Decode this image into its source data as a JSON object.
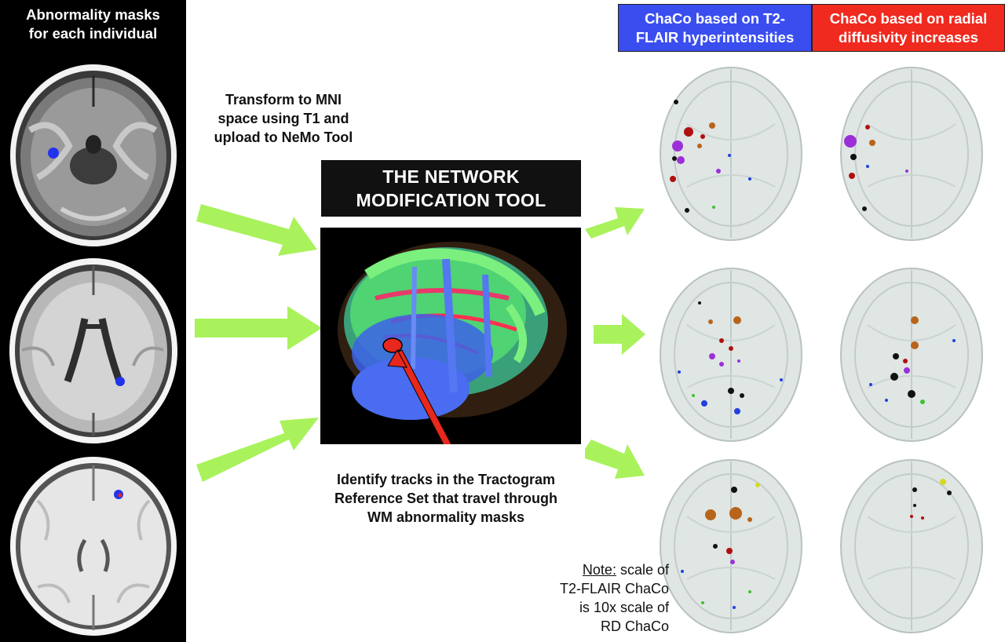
{
  "left_panel": {
    "title_line1": "Abnormality masks",
    "title_line2": "for each individual",
    "background": "#000000",
    "lesion_color": "#2233ee"
  },
  "transform_text": {
    "line1": "Transform to MNI",
    "line2": "space using T1 and",
    "line3": "upload to NeMo Tool"
  },
  "nemo_box": {
    "line1": "THE NETWORK",
    "line2": "MODIFICATION TOOL"
  },
  "identify_text": {
    "line1": "Identify tracks in the Tractogram",
    "line2": "Reference Set that travel through",
    "line3": "WM abnormality masks"
  },
  "headers": {
    "t2_line1": "ChaCo based on T2-",
    "t2_line2": "FLAIR hyperintensities",
    "t2_color": "#3a4ef0",
    "rd_line1": "ChaCo based on radial",
    "rd_line2": "diffusivity increases",
    "rd_color": "#f02a1f"
  },
  "note": {
    "label": "Note:",
    "line1_rest": " scale of",
    "line2": "T2-FLAIR ChaCo",
    "line3": "is 10x scale of",
    "line4": "RD ChaCo"
  },
  "colors": {
    "arrow_green": "#a9f25c",
    "pointer_red": "#e8281c",
    "node_red": "#b01010",
    "node_orange": "#b8641a",
    "node_purple": "#9b30d8",
    "node_black": "#111111",
    "node_blue": "#2040e0",
    "node_green": "#40c030",
    "node_yellow": "#d8d820"
  }
}
